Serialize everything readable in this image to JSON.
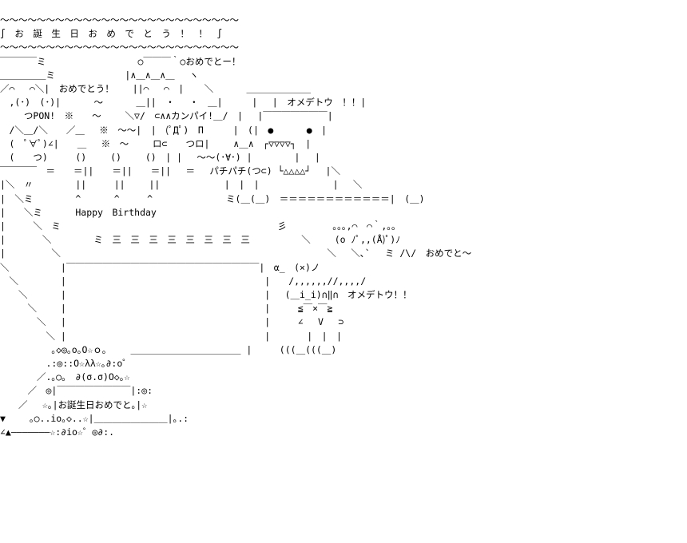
{
  "art": {
    "color": "#000000",
    "lines": [
      "～～～～～～～～～～～～～～～～～～～～～～～～～～",
      "∫　お　誕　生　日　お　め　で　と　う　！　！　∫",
      "～～～～～～～～～～～～～～～～～～～～～～～～～～",
      "￣￣￣￣ミ　　　　　　　　　　○￣￣￣｀○おめでとー！",
      "＿＿＿＿＿ミ　　　　　　　 |∧＿∧＿∧＿　 ヽ",
      "／⌒　 ⌒＼|　おめでとう！　　||⌒　 ⌒　| 　 ＼　　　 ＿＿＿＿＿＿＿",
      "　,(･)　(･)|　　　 〜　　 　＿||　・　 ・　＿|　 　 | 　|　オメデトウ　！！|",
      "　　 つPON!　※　　〜　　 ＼▽/　⊂∧∧カンパイ!＿/　|　 |￣￣￣￣￣￣￣|",
      "　/＼＿/＼　　／＿　 ※　〜〜|　|　(ﾟДﾟ)　Π 　　 |　(|　●　　　 ●　|",
      "　(　ﾟ∀ﾟ)∠|　　＿　 ※　〜　 　ロ⊂　　つロ|　　 ∧＿∧　┌▽▽▽▽┐　|",
      "　(　　つ)　　　()　　 ()　　 ()　| |　 〜〜(･∀･) | 　　　　|　 |",
      "￣￣￣￣　＝　　＝||　　＝||　　＝||　 ＝　 パチパチ(つ⊂) └△△△△┘　 |＼",
      "|＼　〃　　　　 ||　　　||　　 ||　　　　　　　|　|　|　　　　　　　　|　 ＼",
      "|　＼ミ　　　　 ^　　　 ^　　　^　　　　　　　　ミ(＿(＿)　＝＝＝＝＝＝＝＝＝＝＝＝|　(＿)",
      "|　　＼ミ　　　 Happy　Birthday",
      "|　　　＼　ミ　　　　　　　　　　　　　　　　　　　　　　　 彡　　　　　｡｡｡,⌒　⌒｀,｡｡",
      "|　　　　＼　　　　 ミ　三　三　三　三　三　三　三　三　　　　　 ＼　　 (o ﾉﾟ,,(Å)ﾟ)ﾉ",
      "|　　　　　＼　　　　　　　　　　　　　　　　　　　　　　　　　　　　　＼　 ＼､`　 ミ /\\/　おめでと〜",
      "＼　　　　　 |￣￣￣￣￣￣￣￣￣￣￣￣￣￣￣￣￣￣￣￣￣|　α_　(×)ノ",
      "　＼　　　　 |　　　　　　　　　　　　　　　　　　　　　 |　　/,,,,,,//,,,,/",
      "　　＼　　　 |　　　　　　　　　　　　　　　　　　　　　 |　 (＿i_i)∩‖∩　オメデトウ！！",
      "　　　＼　　 |　　　　　　　　　　　　　　　　　　　　　 |　　　≦￣×￣≧",
      "　　　　＼　 |　　　　　　　　　　　　　　　　　　　　　 |　　　∠　 V　 ⊃",
      "　　　　　＼ |　　　　　　　　　　　　　　　　　　　　　 |　　　　|　|　|",
      "　　　　　 ｡◇◎｡o｡O☆ｏ｡　　 ＿＿＿＿＿＿＿＿＿＿＿＿ |　　　(((＿(((＿)",
      "　　　　　.:◎::O☆λλ☆｡∂:o゜",
      "　　　　／.｡○｡　∂(σ.σ)O◇｡☆",
      "　　　／　◎|￣￣￣￣￣￣￣￣|:◎:",
      "　　／　 ☆｡|お誕生日おめでと｡|☆",
      "▼　　 ｡○..io｡◇..☆|＿＿＿＿＿＿＿＿|｡.:",
      "∠▲―――――――☆:∂io☆゜◎∂:."
    ]
  }
}
